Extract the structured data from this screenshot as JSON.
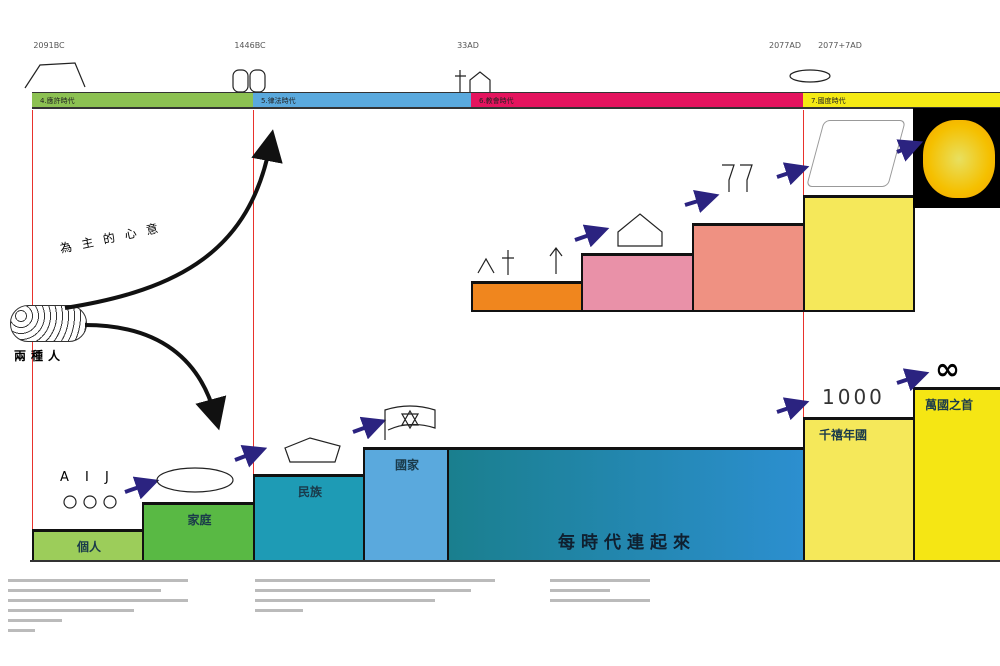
{
  "timeline": {
    "dates": [
      {
        "date": "2091BC",
        "caption": ""
      },
      {
        "date": "1446BC",
        "caption": ""
      },
      {
        "date": "33AD",
        "caption": ""
      },
      {
        "date": "2077AD",
        "caption": ""
      },
      {
        "date": "2077+7AD",
        "caption": ""
      }
    ],
    "periods": [
      {
        "label": "4.應許時代",
        "color": "#8cc152"
      },
      {
        "label": "5.律法時代",
        "color": "#5aa9dd"
      },
      {
        "label": "6.教會時代",
        "color": "#e4145e"
      },
      {
        "label": "7.國度時代",
        "color": "#f5ea14"
      }
    ]
  },
  "left": {
    "people_label": "兩種人",
    "curve_label": "為主的心意"
  },
  "lower_steps": [
    {
      "label": "個人",
      "color": "#9ccd5a",
      "icon_text": "A I J"
    },
    {
      "label": "家庭",
      "color": "#59b944"
    },
    {
      "label": "民族",
      "color": "#1e9bb5"
    },
    {
      "label": "國家",
      "color": "#5aa9dd"
    },
    {
      "label": "每時代連起來",
      "color_from": "#1a7f8e",
      "color_to": "#2c8fd0"
    },
    {
      "label": "千禧年國",
      "color": "#f5e85a",
      "icon_text": "1000"
    },
    {
      "label": "萬國之首",
      "color": "#f5e614",
      "icon_text": "∞"
    }
  ],
  "upper_steps": [
    {
      "color": "#f0861e"
    },
    {
      "color": "#e991a8"
    },
    {
      "color": "#ef9182"
    },
    {
      "color": "#f5e85a"
    }
  ],
  "colors": {
    "arrow": "#2b2380",
    "divider": "#e8322c"
  }
}
